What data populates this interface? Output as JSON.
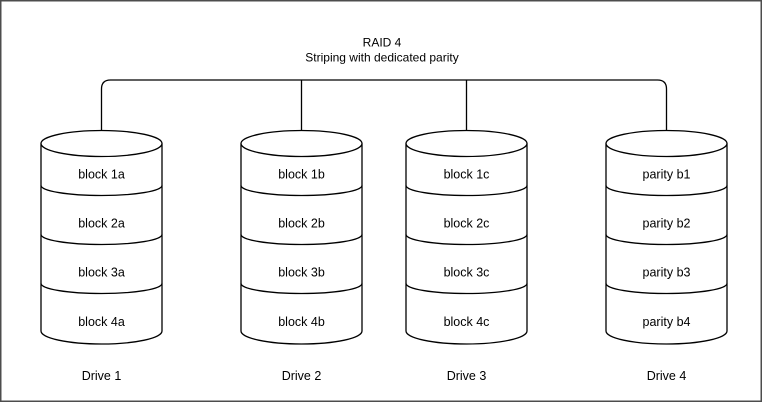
{
  "diagram": {
    "title_line1": "RAID 4",
    "title_line2": "Striping with dedicated parity",
    "drives": [
      {
        "label": "Drive 1",
        "blocks": [
          "block 1a",
          "block 2a",
          "block 3a",
          "block 4a"
        ]
      },
      {
        "label": "Drive 2",
        "blocks": [
          "block 1b",
          "block 2b",
          "block 3b",
          "block 4b"
        ]
      },
      {
        "label": "Drive 3",
        "blocks": [
          "block 1c",
          "block 2c",
          "block 3c",
          "block 4c"
        ]
      },
      {
        "label": "Drive 4",
        "blocks": [
          "parity b1",
          "parity b2",
          "parity b3",
          "parity b4"
        ]
      }
    ],
    "colors": {
      "line": "#000000",
      "background": "#ffffff",
      "page_border": "#4d4d4d"
    }
  }
}
